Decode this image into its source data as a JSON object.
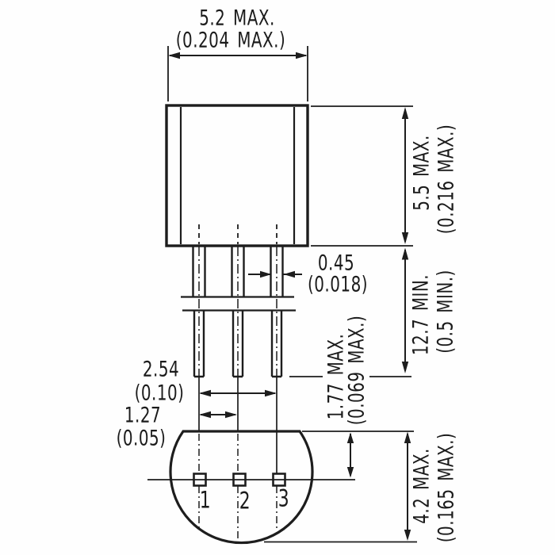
{
  "dimensions": {
    "body_width": {
      "mm": "5.2 MAX.",
      "inch": "(0.204 MAX.)"
    },
    "body_height": {
      "mm": "5.5 MAX.",
      "inch": "(0.216 MAX.)"
    },
    "lead_width": {
      "mm": "0.45",
      "inch": "(0.018)"
    },
    "lead_length": {
      "mm": "12.7 MIN.",
      "inch": "(0.5 MIN.)"
    },
    "outer_lead_span": {
      "mm": "2.54",
      "inch": "(0.10)"
    },
    "lead_pitch": {
      "mm": "1.27",
      "inch": "(0.05)"
    },
    "lead_row_offset": {
      "mm": "1.77 MAX.",
      "inch": "(0.069 MAX.)"
    },
    "body_depth": {
      "mm": "4.2 MAX.",
      "inch": "(0.165 MAX.)"
    }
  },
  "pins": [
    {
      "label": "1"
    },
    {
      "label": "2"
    },
    {
      "label": "3"
    }
  ],
  "colors": {
    "ink": "#1d1d1d",
    "background": "#fefefe"
  }
}
